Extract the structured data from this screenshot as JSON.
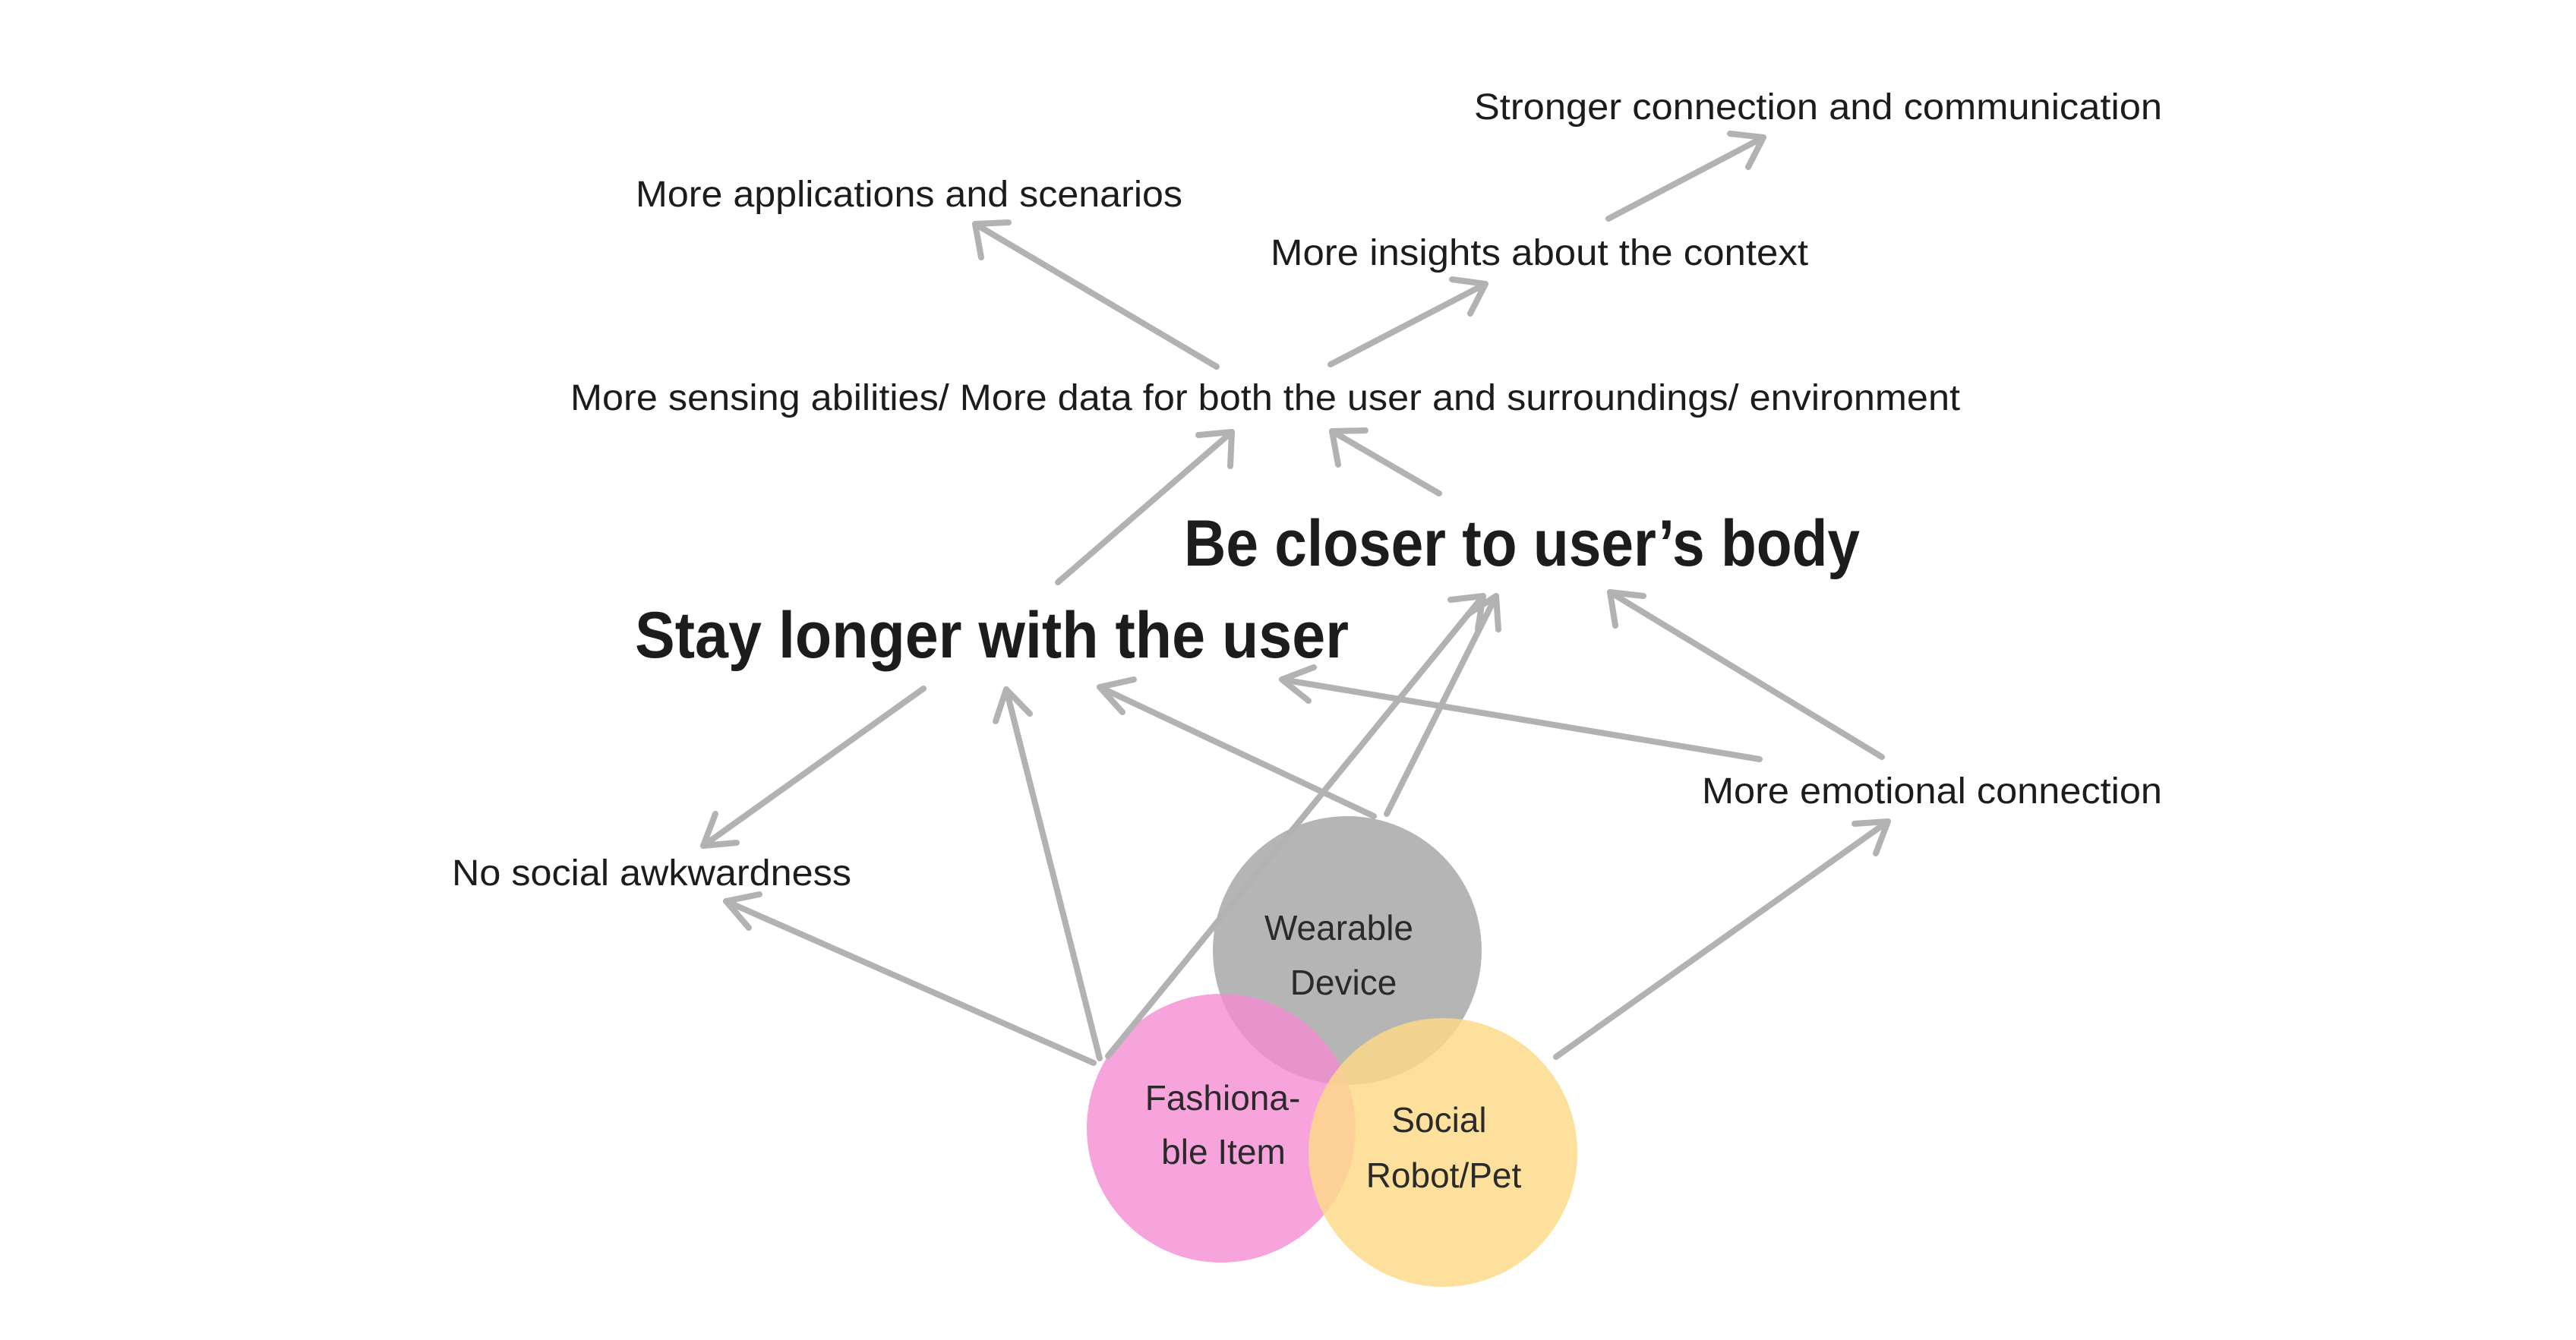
{
  "labels": {
    "stronger_connection": "Stronger connection and communication",
    "more_applications": "More applications and scenarios",
    "more_insights": "More insights about the context",
    "more_sensing": "More sensing abilities/ More data for both the user and surroundings/ environment",
    "be_closer": "Be closer to user’s body",
    "stay_longer": "Stay longer with the user",
    "no_social_awkwardness": "No social awkwardness",
    "more_emotional": "More emotional connection"
  },
  "circles": {
    "wearable": {
      "line1": "Wearable",
      "line2": "Device",
      "color": "#a3a3a3"
    },
    "fashionable": {
      "line1": "Fashiona-",
      "line2": "ble Item",
      "color": "#f58bd2"
    },
    "social": {
      "line1": "Social",
      "line2": "Robot/Pet",
      "color": "#fdd986"
    }
  },
  "colors": {
    "arrow": "#b2b2b2",
    "text": "#1c1c1c",
    "background": "#ffffff"
  }
}
